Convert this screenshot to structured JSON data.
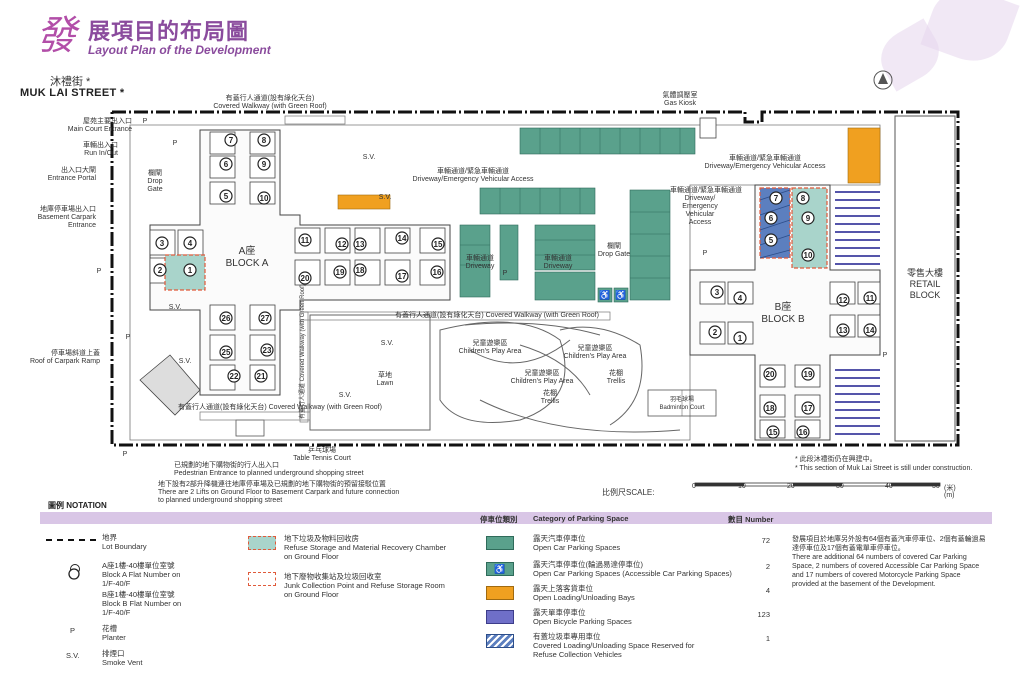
{
  "header": {
    "title_cn": "展項目的布局圖",
    "title_en": "Layout Plan of the Development",
    "logo_char": "發"
  },
  "street": {
    "cn": "沐禮街 *",
    "en": "MUK LAI STREET *"
  },
  "labels": {
    "main_court_cn": "屋苑主要出入口",
    "main_court_en": "Main Court Entrance",
    "run_cn": "車輛出入口",
    "run_en": "Run In/Out",
    "portal_cn": "出入口大閘",
    "portal_en": "Entrance Portal",
    "basement_cn": "地庫停車場出入口",
    "basement_en1": "Basement Carpark",
    "basement_en2": "Entrance",
    "drop_gate_cn": "欄閘",
    "drop_gate_en1": "Drop",
    "drop_gate_en2": "Gate",
    "covered_walk_top_cn": "有蓋行人通道(設有綠化天台)",
    "covered_walk_top_en": "Covered Walkway (with Green Roof)",
    "gas_kiosk_cn": "氣體調壓室",
    "gas_kiosk_en": "Gas Kiosk",
    "driveway_ev_cn": "車輛通道/緊急車輛通道",
    "driveway_ev_en": "Driveway/Emergency Vehicular Access",
    "driveway_ev2_cn": "車輛通道/緊急車輛通道",
    "driveway_ev2_en": "Driveway/Emergency Vehicular Access",
    "driveway_ev3_cn": "車輛通道/緊急車輛通道",
    "driveway_ev3_en1": "Driveway/",
    "driveway_ev3_en2": "Emergency",
    "driveway_ev3_en3": "Vehicular",
    "driveway_ev3_en4": "Access",
    "driveway_cn": "車輛通道",
    "driveway_en": "Driveway",
    "driveway2_cn": "車輛通道",
    "driveway2_en": "Driveway",
    "drop_gate2_cn": "欄閘",
    "drop_gate2_en": "Drop Gate",
    "retail_cn": "零售大樓",
    "retail_en1": "RETAIL",
    "retail_en2": "BLOCK",
    "block_a_cn": "A座",
    "block_a_en": "BLOCK A",
    "block_b_cn": "B座",
    "block_b_en": "BLOCK B",
    "covered_walk_mid_cn": "有蓋行人通道(設有綠化天台)",
    "covered_walk_mid_en": "Covered Walkway (with Green Roof)",
    "covered_walk_vert": "有蓋行人通道 Covered Walkway (with Green Roof)",
    "covered_walk_bot_cn": "有蓋行人通道(設有綠化天台)",
    "covered_walk_bot_en": "Covered Walkway (with Green Roof)",
    "ramp_cn": "停車場斜道上蓋",
    "ramp_en": "Roof of Carpark Ramp",
    "lawn_cn": "草地",
    "lawn_en": "Lawn",
    "play1_cn": "兒童遊樂區",
    "play1_en": "Children's Play Area",
    "play2_cn": "兒童遊樂區",
    "play2_en": "Children's Play Area",
    "play3_cn": "兒童遊樂區",
    "play3_en": "Children's Play Area",
    "trellis1_cn": "花棚",
    "trellis1_en": "Trellis",
    "trellis2_cn": "花棚",
    "trellis2_en": "Trellis",
    "badminton_cn": "羽毛球場",
    "badminton_en": "Badminton Court",
    "tennis_cn": "乒乓球場",
    "tennis_en": "Table Tennis Court",
    "ped_cn": "已規劃的地下購物街的行人出入口",
    "ped_en": "Pedestrian Entrance to planned underground shopping street",
    "lifts_cn": "地下設有2部升降機連往地庫停車場及已規劃的地下購物街的預留接駁位置",
    "lifts_en1": "There are 2 Lifts on Ground Floor to Basement Carpark and future connection",
    "lifts_en2": "to planned underground shopping street",
    "sv": "S.V.",
    "p": "P",
    "note_cn": "* 此段沐禮街仍在興建中。",
    "note_en": "* This section of Muk Lai Street is still under construction.",
    "scale_label": "比例尺SCALE:",
    "scale_unit": "(米)",
    "scale_unit_en": "(m)",
    "scale_ticks": [
      "0",
      "10",
      "20",
      "30",
      "40",
      "50"
    ]
  },
  "block_a_flats": [
    "7",
    "8",
    "6",
    "9",
    "5",
    "10",
    "3",
    "4",
    "2",
    "1",
    "11",
    "12",
    "13",
    "14",
    "15",
    "20",
    "19",
    "18",
    "17",
    "16",
    "26",
    "27",
    "25",
    "23",
    "22",
    "21"
  ],
  "block_b_flats": [
    "7",
    "8",
    "6",
    "9",
    "5",
    "10",
    "3",
    "4",
    "2",
    "1",
    "12",
    "11",
    "13",
    "14",
    "20",
    "19",
    "18",
    "17",
    "15",
    "16"
  ],
  "notation": {
    "title": "圖例 NOTATION",
    "col_cat_cn": "停車位類別",
    "col_cat_en": "Category of Parking Space",
    "col_num": "數目 Number",
    "left": [
      {
        "cn": "地界",
        "en": "Lot Boundary"
      },
      {
        "cn": "A座1樓-40樓單位室號",
        "en1": "Block A Flat Number on",
        "en2": "1/F-40/F"
      },
      {
        "cn": "B座1樓-40樓單位室號",
        "en1": "Block B Flat Number on",
        "en2": "1/F-40/F"
      },
      {
        "sym": "P",
        "cn": "花槽",
        "en": "Planter"
      },
      {
        "sym": "S.V.",
        "cn": "排煙口",
        "en": "Smoke Vent"
      }
    ],
    "mid": [
      {
        "cn": "地下垃圾及物料回收房",
        "en1": "Refuse Storage and Material Recovery Chamber",
        "en2": "on Ground Floor"
      },
      {
        "cn": "地下廢物收集站及垃圾回收室",
        "en1": "Junk Collection Point and Refuse Storage Room",
        "en2": "on Ground Floor"
      }
    ],
    "parking": [
      {
        "cn": "露天汽車停車位",
        "en": "Open Car Parking Spaces",
        "num": "72",
        "color": "#5aa18c"
      },
      {
        "cn": "露天汽車停車位(輪過易達停車位)",
        "en": "Open Car Parking Spaces (Accessible Car Parking Spaces)",
        "num": "2",
        "color": "#5aa18c"
      },
      {
        "cn": "露天上落客貨車位",
        "en": "Open Loading/Unloading Bays",
        "num": "4",
        "color": "#f0a020"
      },
      {
        "cn": "露天單車停車位",
        "en": "Open Bicycle Parking Spaces",
        "num": "123",
        "color": "#6f6fc8"
      },
      {
        "cn": "有蓋垃圾車專用車位",
        "en1": "Covered Loading/Unloading Space Reserved for",
        "en2": "Refuse Collection Vehicles",
        "num": "1",
        "color": "#5c7fbf"
      }
    ],
    "right_cn1": "發展項目於地庫另外設有64個有蓋汽車停車位、2個有蓋輪過易",
    "right_cn2": "達停車位及17個有蓋電單車停車位。",
    "right_en1": "There are additional 64 numbers of covered Car Parking",
    "right_en2": "Space, 2 numbers of covered Accessible Car Parking Space",
    "right_en3": "and 17 numbers of covered Motorcycle Parking Space",
    "right_en4": "provided at the basement of the Development."
  },
  "colors": {
    "accent": "#8a4b9d",
    "car": "#5aa18c",
    "bay": "#f0a020",
    "bicycle": "#6f6fc8",
    "refuse": "#5c7fbf",
    "refuse_border": "#e05a3a",
    "legend_bar": "#d9c6e6"
  }
}
